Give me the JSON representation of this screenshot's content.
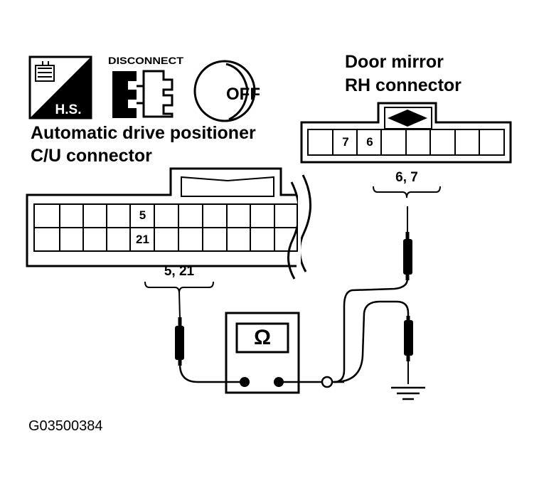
{
  "icons": {
    "harness_sensor_label": "H.S.",
    "disconnect_label": "DISCONNECT",
    "ignition_label": "OFF"
  },
  "cu_connector": {
    "title_line1": "Automatic drive positioner",
    "title_line2": "C/U connector",
    "pin_top": "5",
    "pin_bottom": "21",
    "probe_label": "5, 21"
  },
  "mirror_connector": {
    "title_line1": "Door mirror",
    "title_line2": "RH connector",
    "pin_a": "7",
    "pin_b": "6",
    "probe_label": "6, 7"
  },
  "meter": {
    "symbol": "Ω"
  },
  "figure_id": "G03500384"
}
